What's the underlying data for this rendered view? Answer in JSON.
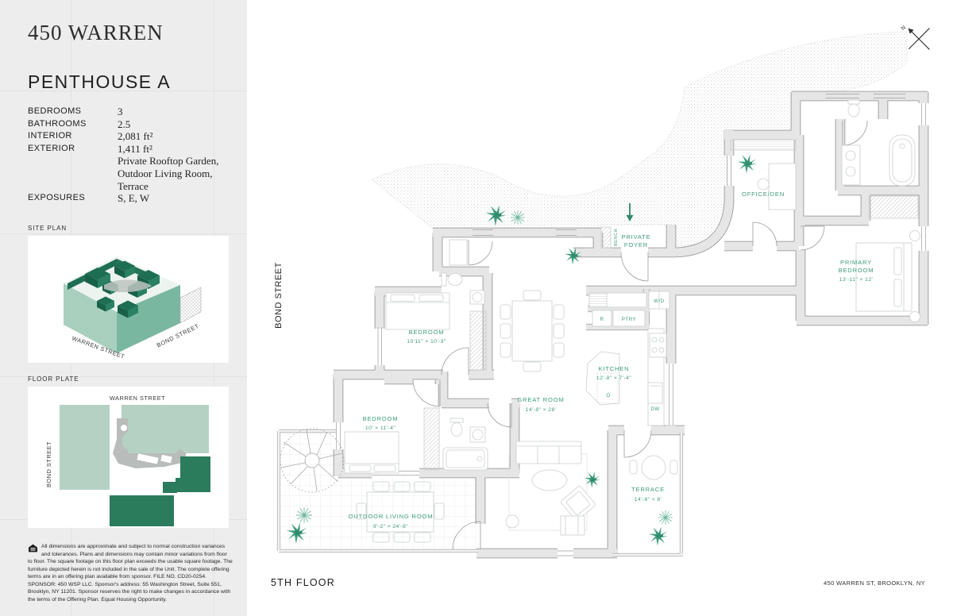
{
  "sidebar": {
    "building_name": "450 WARREN",
    "unit_title": "PENTHOUSE A",
    "specs": [
      {
        "label": "BEDROOMS",
        "value": "3"
      },
      {
        "label": "BATHROOMS",
        "value": "2.5"
      },
      {
        "label": "INTERIOR",
        "value": "2,081 ft²"
      },
      {
        "label": "EXTERIOR",
        "value": "1,411 ft²"
      },
      {
        "label": "EXPOSURES",
        "value": "S, E, W"
      }
    ],
    "exterior_features": [
      "Private Rooftop Garden,",
      "Outdoor Living Room,",
      "Terrace"
    ],
    "site_plan": {
      "heading": "SITE PLAN",
      "street_left": "WARREN STREET",
      "street_right": "BOND STREET"
    },
    "floor_plate": {
      "heading": "FLOOR PLATE",
      "street_top": "WARREN STREET",
      "street_left": "BOND STREET"
    },
    "disclaimer": "All dimensions are approximate and subject to normal construction variances and tolerances. Plans and dimensions may contain minor variations from floor to floor. The square footage on this floor plan exceeds the usable square footage. The furniture depicted herein is not included in the sale of the Unit. The complete offering terms are in an offering plan available from sponsor. FILE NO. CD20-0254. SPONSOR: 450 WSP LLC. Sponsor's address: 55 Washington Street, Suite 551, Brooklyn, NY 11201. Sponsor reserves the right to make changes in accordance with the terms of the Offering Plan. Equal Housing Opportunity."
  },
  "plan": {
    "street_label": "BOND STREET",
    "floor_label": "5TH FLOOR",
    "address_label": "450 WARREN ST, BROOKLYN, NY",
    "compass_label": "N",
    "rooms": {
      "foyer": {
        "line1": "PRIVATE",
        "line2": "FOYER"
      },
      "bench": {
        "label": "BENCH"
      },
      "office": {
        "label": "OFFICE/DEN"
      },
      "primary": {
        "line1": "PRIMARY",
        "line2": "BEDROOM",
        "dims": "13'-11\" × 12'"
      },
      "bedroom2": {
        "label": "BEDROOM",
        "dims": "10'11\" × 10'-3\""
      },
      "bedroom3": {
        "label": "BEDROOM",
        "dims": "10' × 11'-4\""
      },
      "kitchen": {
        "label": "KITCHEN",
        "dims": "12'-8\" × 7'-4\""
      },
      "great_room": {
        "label": "GREAT ROOM",
        "dims": "14'-8\" × 28'"
      },
      "outdoor_living": {
        "label": "OUTDOOR LIVING ROOM",
        "dims": "9'-2\" × 24'-8\""
      },
      "terrace": {
        "label": "TERRACE",
        "dims": "14'-8\" × 8'"
      }
    },
    "appliances": {
      "wd": "W/D",
      "refrigerator": "R",
      "pantry": "PTRY",
      "dishwasher": "DW",
      "oven": "O"
    },
    "colors": {
      "accent_green": "#3f9b7c",
      "plant_green": "#47a184",
      "wall_fill": "#e6e6e6",
      "wall_outline": "#8e8e8e",
      "site_dark_green": "#1e6e54",
      "site_light_green": "#a9cfbf",
      "plate_dark_green": "#2b7b5d",
      "plate_light_green": "#b5d1c4"
    }
  }
}
